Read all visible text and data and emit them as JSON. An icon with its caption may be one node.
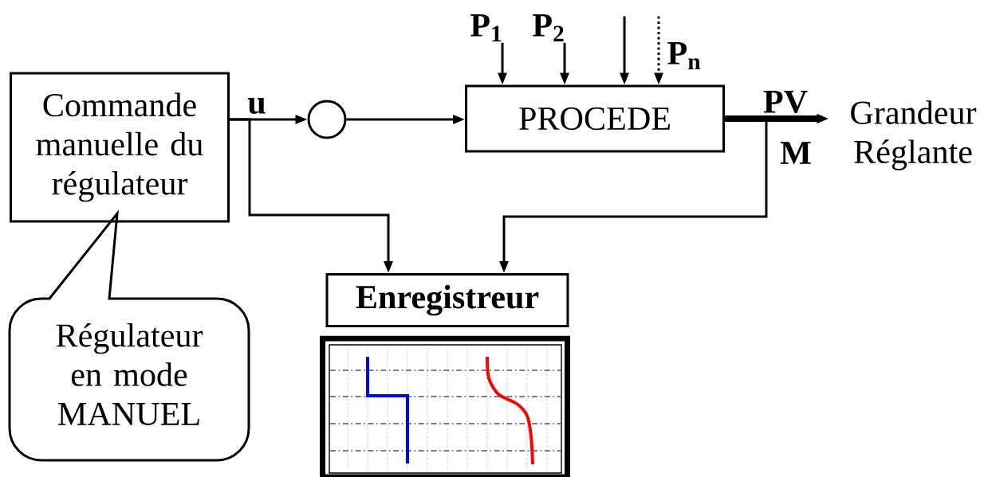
{
  "diagram": {
    "nodes": [
      {
        "text": [
          "Commande manuelle du régulateur"
        ]
      },
      {
        "text": [],
        "shape": "circle"
      },
      {
        "text": [
          "PROCEDE"
        ]
      },
      {
        "text": [
          "Grandeur Réglante"
        ]
      },
      {
        "text": [
          "Enregistreur"
        ]
      },
      {
        "text": [],
        "shape": "picture"
      },
      {
        "text": [
          "Régulateur en mode MANUEL"
        ]
      }
    ],
    "edges": [
      {
        "from": 0,
        "to": 1,
        "arrow": "to",
        "label": "u"
      },
      {
        "from": 1,
        "to": 2,
        "arrow": "to"
      },
      {
        "from": 2,
        "to": 3,
        "arrow": "to",
        "label": "PV",
        "style": "thick"
      },
      {
        "from": 0,
        "to": 4,
        "arrow": "to"
      },
      {
        "from": 2,
        "to": 4,
        "arrow": "to"
      },
      {
        "from": null,
        "to": 2,
        "arrow": "to",
        "label": "P$_{1}$"
      },
      {
        "from": null,
        "to": 2,
        "arrow": "to",
        "label": "P$_{2}$"
      },
      {
        "from": null,
        "to": 2,
        "arrow": "to"
      },
      {
        "from": null,
        "to": 2,
        "arrow": "to",
        "label": "P$_{n}$",
        "style": "dashed"
      }
    ],
    "labels": [
      "M"
    ]
  }
}
